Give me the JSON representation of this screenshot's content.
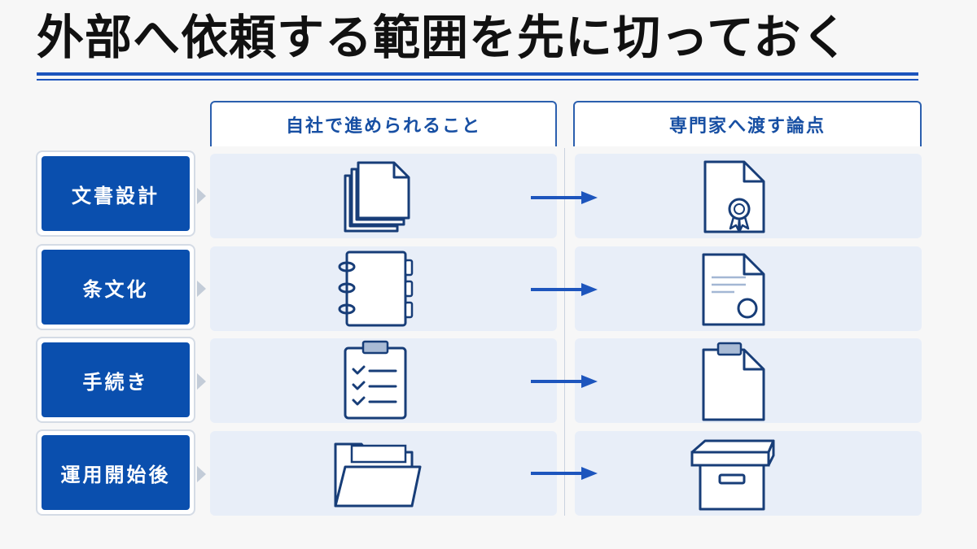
{
  "title": "外部へ依頼する範囲を先に切っておく",
  "columns": {
    "left": "自社で進められること",
    "right": "専門家へ渡す論点"
  },
  "rows": [
    {
      "label": "文書設計",
      "left_icon": "stacked-documents-icon",
      "right_icon": "certificate-document-icon"
    },
    {
      "label": "条文化",
      "left_icon": "binder-notebook-icon",
      "right_icon": "contract-seal-document-icon"
    },
    {
      "label": "手続き",
      "left_icon": "checklist-clipboard-icon",
      "right_icon": "clipboard-document-icon"
    },
    {
      "label": "運用開始後",
      "left_icon": "folder-documents-icon",
      "right_icon": "archive-box-icon"
    }
  ],
  "colors": {
    "accent": "#0A4FAE",
    "cell_background": "#E8EEF8",
    "arrow": "#1D55BD",
    "header_border": "#2B5FAE"
  }
}
